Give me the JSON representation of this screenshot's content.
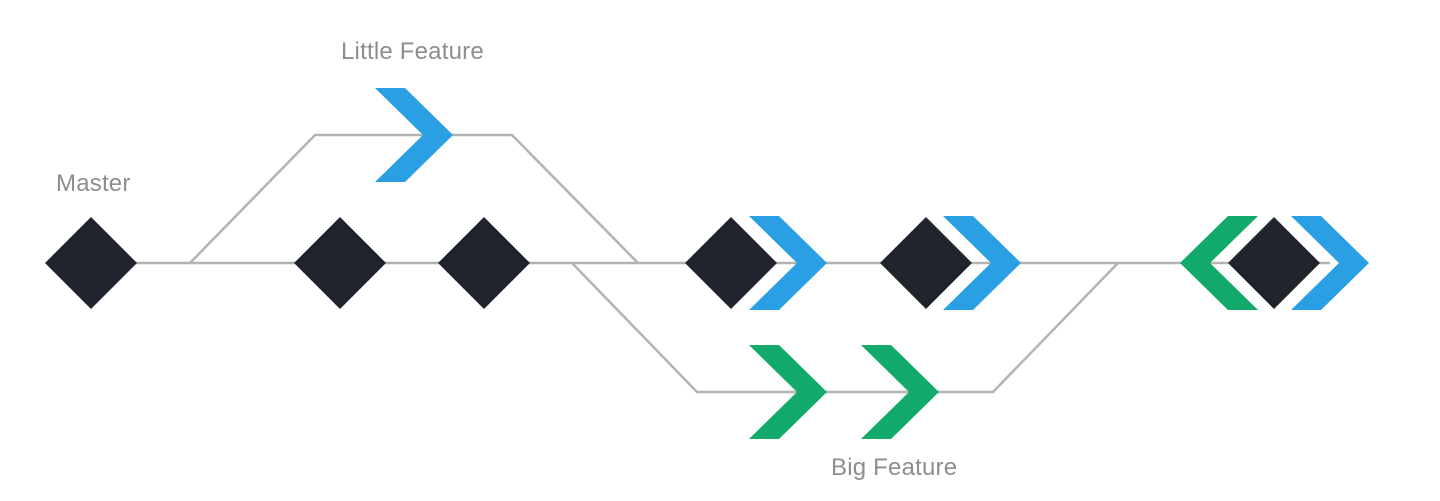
{
  "labels": {
    "master": "Master",
    "little_feature": "Little Feature",
    "big_feature": "Big Feature"
  },
  "colors": {
    "master_commit": "#20252d",
    "little_feature": "#2b9fe4",
    "big_feature": "#12aa6c",
    "branch_line": "#b3b3b3",
    "label_text": "#8e8e8e"
  },
  "icons": {
    "master_commit": "diamond-icon",
    "little_feature_commit": "chevron-right-icon",
    "big_feature_commit": "chevron-right-icon",
    "merged_big_feature": "chevron-left-icon"
  }
}
